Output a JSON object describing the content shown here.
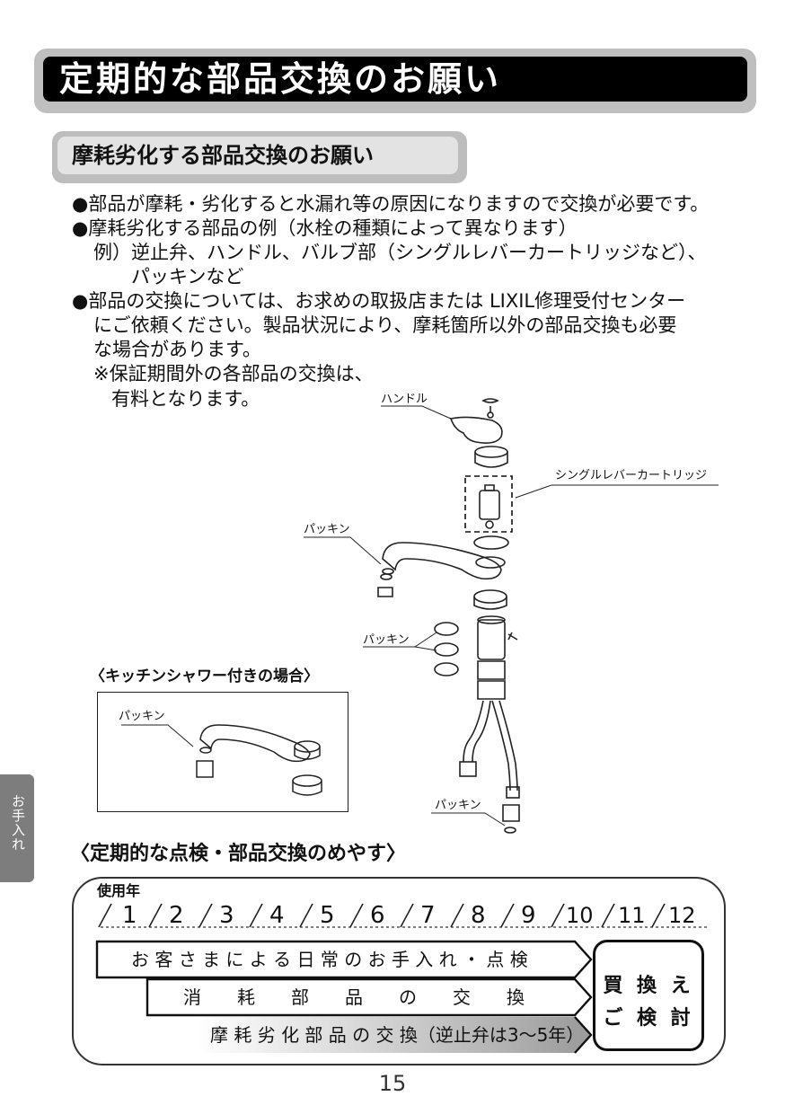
{
  "header": {
    "title": "定期的な部品交換のお願い"
  },
  "section": {
    "title": "摩耗劣化する部品交換のお願い"
  },
  "body": {
    "line1": "●部品が摩耗・劣化すると水漏れ等の原因になりますので交換が必要です。",
    "line2": "●摩耗劣化する部品の例（水栓の種類によって異なります）",
    "line3": "例）逆止弁、ハンドル、バルブ部（シングルレバーカートリッジなど）、",
    "line4": "パッキンなど",
    "line5": "●部品の交換については、お求めの取扱店または LIXIL修理受付センター",
    "line6": "にご依頼ください。製品状況により、摩耗箇所以外の部品交換も必要",
    "line7": "な場合があります。",
    "line8": "※保証期間外の各部品の交換は、",
    "line9": "有料となります。"
  },
  "diagram": {
    "handle_label": "ハンドル",
    "cartridge_label": "シングルレバーカートリッジ",
    "packing_label_1": "パッキン",
    "packing_label_2": "パッキン",
    "packing_label_3": "パッキン",
    "shower_title": "〈キッチンシャワー付きの場合〉",
    "shower_packing_label": "パッキン"
  },
  "side_tab": {
    "label": "お手入れ"
  },
  "schedule": {
    "title": "〈定期的な点検・部品交換のめやす〉",
    "years_label": "使用年",
    "years": [
      "1",
      "2",
      "3",
      "4",
      "5",
      "6",
      "7",
      "8",
      "9",
      "10",
      "11",
      "12"
    ],
    "bar1": "お 客 さ ま に よ る 日 常 の お 手 入 れ ・ 点 検",
    "bar2": "消　　耗　　部　　品　　の　　交　　換",
    "bar3": "摩 耗 劣 化 部 品 の 交 換（逆止弁は3〜5年）",
    "replace_line1": "買 換 え",
    "replace_line2": "ご 検 討"
  },
  "footer": {
    "page_number": "15"
  }
}
